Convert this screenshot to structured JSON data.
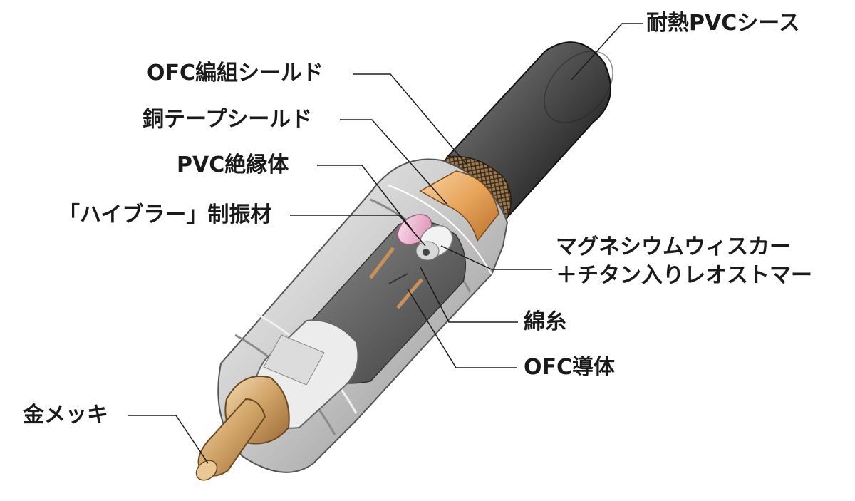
{
  "labels": {
    "pvc_sheath": "耐熱PVCシース",
    "ofc_braid": "OFC編組シールド",
    "copper_tape": "銅テープシールド",
    "pvc_insulator": "PVC絶縁体",
    "hibrar": "「ハイブラー」制振材",
    "whisker_1": "マグネシウムウィスカー",
    "whisker_2": "＋チタン入りレオストマー",
    "cotton": "綿糸",
    "ofc_conductor": "OFC導体",
    "gold_plating": "金メッキ"
  },
  "colors": {
    "sheath_dark": "#3a3a3a",
    "copper": "#e7a45a",
    "gold": "#c8975a",
    "pink_insulator": "#eaa6c4",
    "chrome": "#c9c9c9",
    "leader_line": "#1a1a1a"
  }
}
